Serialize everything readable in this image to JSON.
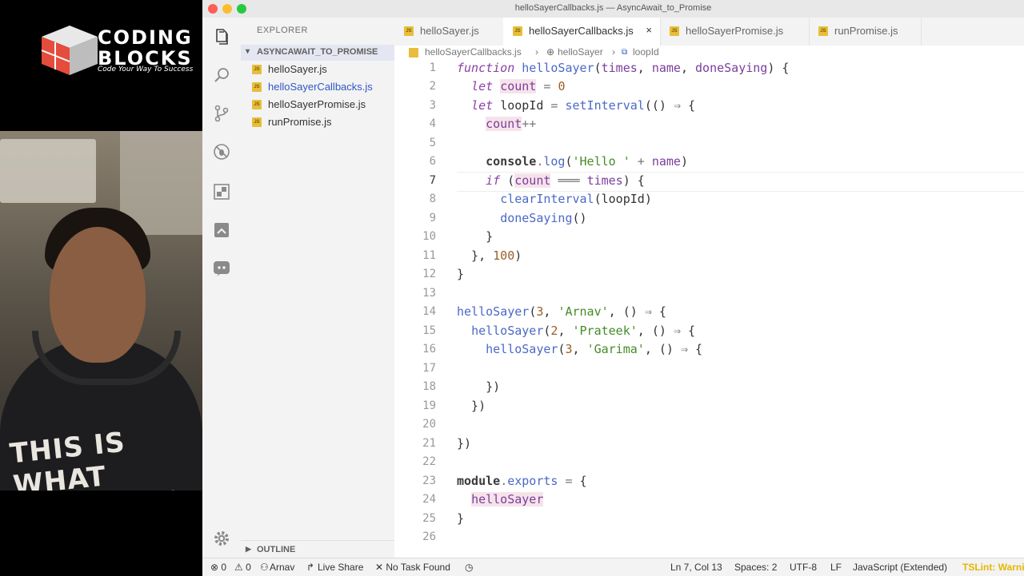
{
  "brand": {
    "line1": "CODING",
    "line2": "BLOCKS",
    "tagline": "Code Your Way To Success"
  },
  "shirt_text": "THIS IS WHAT AWESOME",
  "window": {
    "title": "helloSayerCallbacks.js — AsyncAwait_to_Promise"
  },
  "sidebar": {
    "title": "EXPLORER",
    "folder": "ASYNCAWAIT_TO_PROMISE",
    "files": [
      {
        "name": "helloSayer.js",
        "icon": "JS"
      },
      {
        "name": "helloSayerCallbacks.js",
        "icon": "JS"
      },
      {
        "name": "helloSayerPromise.js",
        "icon": "JS"
      },
      {
        "name": "runPromise.js",
        "icon": "JS"
      }
    ],
    "outline": "OUTLINE"
  },
  "tabs": [
    {
      "name": "helloSayer.js",
      "icon": "JS"
    },
    {
      "name": "helloSayerCallbacks.js",
      "icon": "JS",
      "close": "×"
    },
    {
      "name": "helloSayerPromise.js",
      "icon": "JS"
    },
    {
      "name": "runPromise.js",
      "icon": "JS"
    }
  ],
  "breadcrumb": {
    "file": "helloSayerCallbacks.js",
    "sep1": "›",
    "func": "helloSayer",
    "sep2": "›",
    "var": "loopId"
  },
  "editor": {
    "line_numbers": [
      "1",
      "2",
      "3",
      "4",
      "5",
      "6",
      "7",
      "8",
      "9",
      "10",
      "11",
      "12",
      "13",
      "14",
      "15",
      "16",
      "17",
      "18",
      "19",
      "20",
      "21",
      "22",
      "23",
      "24",
      "25",
      "26"
    ],
    "current_line": "7"
  },
  "status": {
    "errors": "⊗ 0",
    "warnings": "⚠ 0",
    "user": "Arnav",
    "liveshare": "Live Share",
    "tasks": "✕ No Task Found",
    "position": "Ln 7, Col 13",
    "spaces": "Spaces: 2",
    "encoding": "UTF-8",
    "eol": "LF",
    "language": "JavaScript (Extended)",
    "lint": "TSLint: Warni"
  },
  "colors": {
    "accent": "#2f57c8",
    "keyword": "#8b3fa8",
    "function": "#4b69c6",
    "string": "#448c27",
    "number": "#9c5d27",
    "lint_warning": "#e6b700"
  }
}
